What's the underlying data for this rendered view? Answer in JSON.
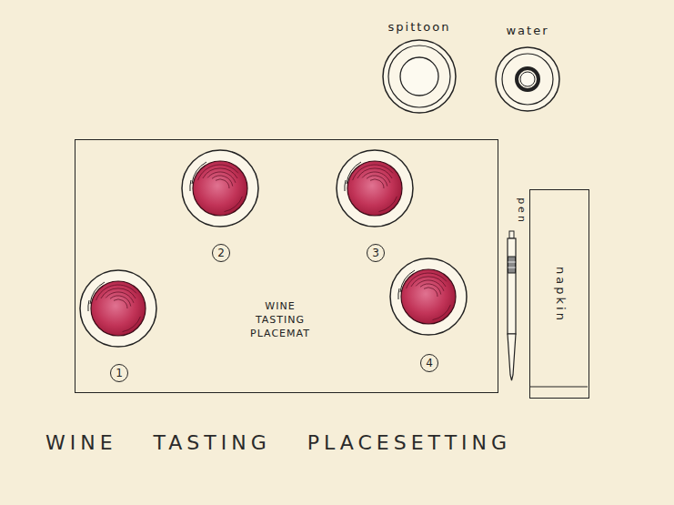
{
  "diagram": {
    "caption": "WINE TASTING PLACESETTING",
    "nodes": [
      {
        "text": [
          "spittoon"
        ]
      },
      {
        "text": [
          "water"
        ]
      },
      {
        "text": [
          "WINE TASTING PLACEMAT"
        ]
      },
      {
        "text": [
          "2"
        ],
        "in": 2
      },
      {
        "text": [
          "3"
        ],
        "in": 2
      },
      {
        "text": [
          "1"
        ],
        "in": 2
      },
      {
        "text": [
          "4"
        ],
        "in": 2
      },
      {
        "text": [
          "pen"
        ]
      },
      {
        "text": [
          "napkin"
        ]
      }
    ]
  }
}
